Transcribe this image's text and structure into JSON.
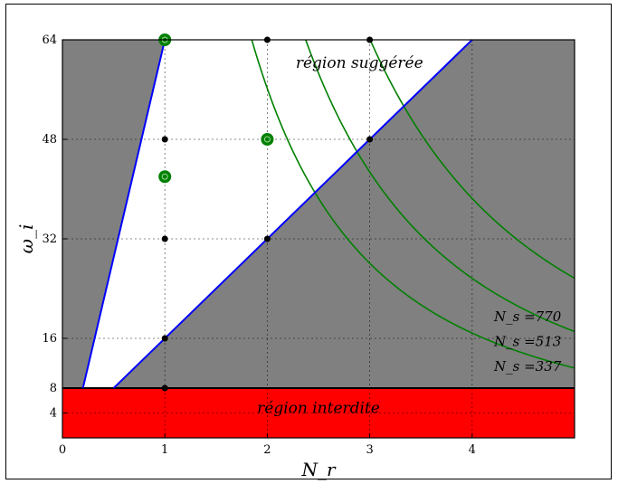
{
  "chart_data": {
    "type": "line",
    "xlabel": "N_r",
    "ylabel": "ω_i",
    "xlim": [
      0,
      5
    ],
    "ylim": [
      0,
      64
    ],
    "x_ticks": [
      0,
      1,
      2,
      3,
      4
    ],
    "y_ticks": [
      4,
      8,
      16,
      32,
      48,
      64
    ],
    "grid": true,
    "regions": [
      {
        "name": "forbidden",
        "label": "région interdite",
        "color": "#ff0000",
        "y_range": [
          0,
          8
        ]
      },
      {
        "name": "suggested",
        "label": "région suggérée",
        "color": "#ffffff",
        "polygon": [
          [
            0.2,
            8
          ],
          [
            0.5,
            8
          ],
          [
            4.0,
            64
          ],
          [
            1.0,
            64
          ]
        ]
      }
    ],
    "background_color": "#808080",
    "boundary_lines": [
      {
        "name": "left-boundary",
        "color": "#0000ff",
        "points": [
          [
            0.2,
            8
          ],
          [
            1.0,
            64
          ]
        ]
      },
      {
        "name": "right-boundary",
        "color": "#0000ff",
        "points": [
          [
            0.5,
            8
          ],
          [
            4.0,
            64
          ]
        ]
      }
    ],
    "curves": [
      {
        "name": "N_s =770",
        "color": "#008000",
        "A": 770
      },
      {
        "name": "N_s =513",
        "color": "#008000",
        "A": 513
      },
      {
        "name": "N_s =337",
        "color": "#008000",
        "A": 337
      }
    ],
    "dots": [
      [
        1,
        64
      ],
      [
        2,
        64
      ],
      [
        3,
        64
      ],
      [
        1,
        48
      ],
      [
        3,
        48
      ],
      [
        1,
        32
      ],
      [
        2,
        32
      ],
      [
        1,
        16
      ],
      [
        1,
        8
      ]
    ],
    "highlighted_points": [
      [
        1,
        64
      ],
      [
        1,
        42
      ],
      [
        2,
        48
      ]
    ],
    "dot_color": "#000000",
    "highlight_color": "#008000"
  }
}
